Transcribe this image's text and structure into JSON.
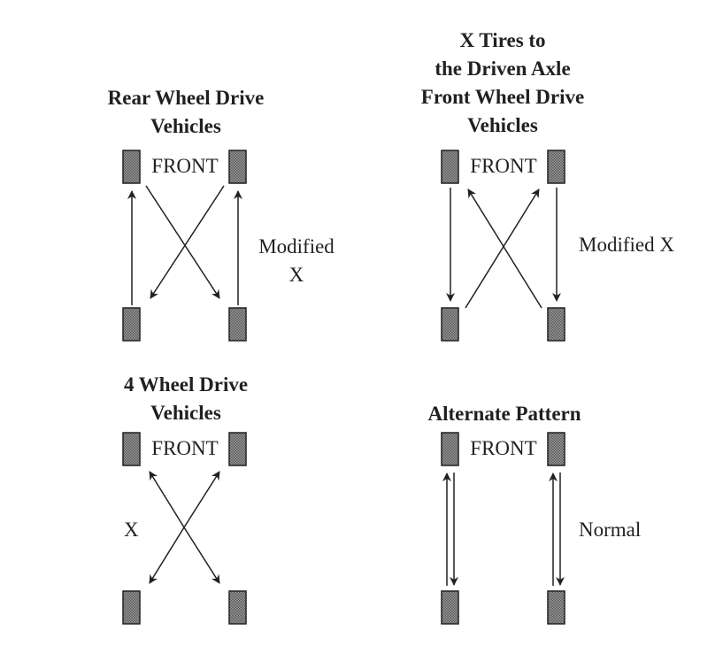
{
  "panels": [
    {
      "title_lines": [
        "Rear Wheel Drive",
        "Vehicles"
      ],
      "front_label": "FRONT",
      "pattern_label_lines": [
        "Modified",
        "X"
      ]
    },
    {
      "title_lines": [
        "X Tires to",
        "the Driven Axle",
        "Front Wheel Drive",
        "Vehicles"
      ],
      "front_label": "FRONT",
      "pattern_label_lines": [
        "Modified X"
      ]
    },
    {
      "title_lines": [
        "4 Wheel Drive",
        "Vehicles"
      ],
      "front_label": "FRONT",
      "pattern_label_lines": [
        "X"
      ]
    },
    {
      "title_lines": [
        "Alternate Pattern"
      ],
      "front_label": "FRONT",
      "pattern_label_lines": [
        "Normal"
      ]
    }
  ],
  "colors": {
    "ink": "#231f20",
    "tire_fill": "#8a8a8a"
  }
}
